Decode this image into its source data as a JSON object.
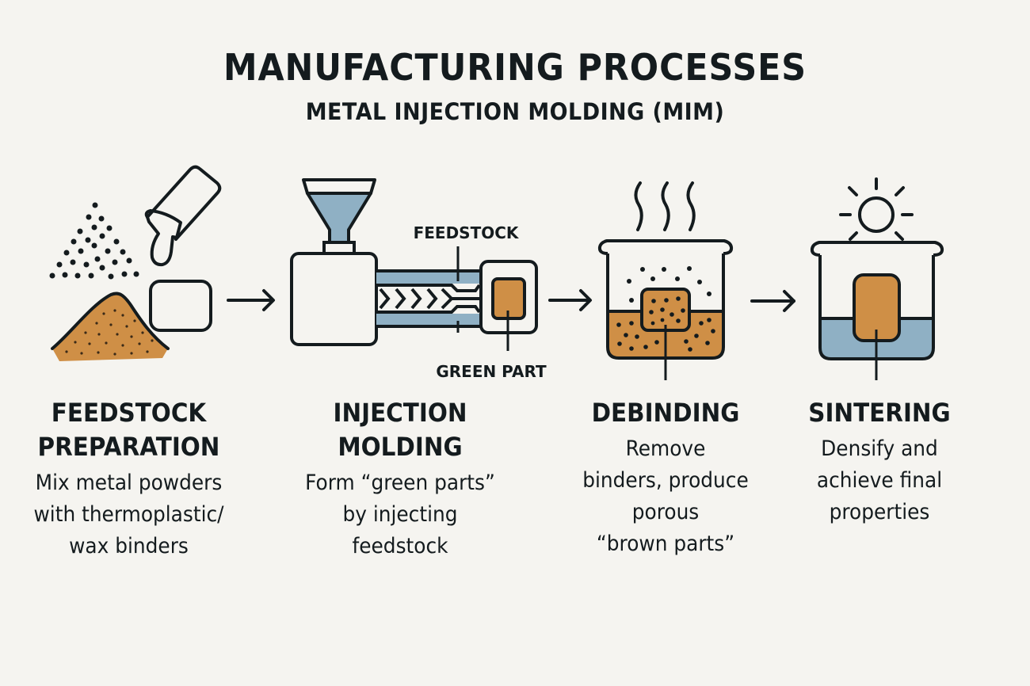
{
  "header": {
    "title": "MANUFACTURING PROCESSES",
    "subtitle": "METAL INJECTION MOLDING (MIM)"
  },
  "colors": {
    "background": "#f5f4f0",
    "ink": "#141b1e",
    "powder_brown": "#cf8f46",
    "steel_blue": "#8fb0c4"
  },
  "callouts": {
    "feedstock": "FEEDSTOCK",
    "green_part": "GREEN PART"
  },
  "icons": [
    "powder-pile-icon",
    "pouring-container-icon",
    "binder-block-icon",
    "injection-machine-icon",
    "debinding-pot-icon",
    "steam-icon",
    "sintering-pot-icon",
    "sun-heat-icon",
    "arrow-right-icon"
  ],
  "steps": [
    {
      "heading_line1": "FEEDSTOCK",
      "heading_line2": "PREPARATION",
      "desc_line1": "Mix metal powders",
      "desc_line2": "with thermoplastic/",
      "desc_line3": "wax binders"
    },
    {
      "heading_line1": "INJECTION",
      "heading_line2": "MOLDING",
      "desc_line1": "Form “green parts”",
      "desc_line2": "by injecting",
      "desc_line3": "feedstock"
    },
    {
      "heading_line1": "DEBINDING",
      "desc_line1": "Remove",
      "desc_line2": "binders, produce",
      "desc_line3": "porous",
      "desc_line4": "“brown parts”"
    },
    {
      "heading_line1": "SINTERING",
      "desc_line1": "Densify and",
      "desc_line2": "achieve final",
      "desc_line3": "properties"
    }
  ]
}
